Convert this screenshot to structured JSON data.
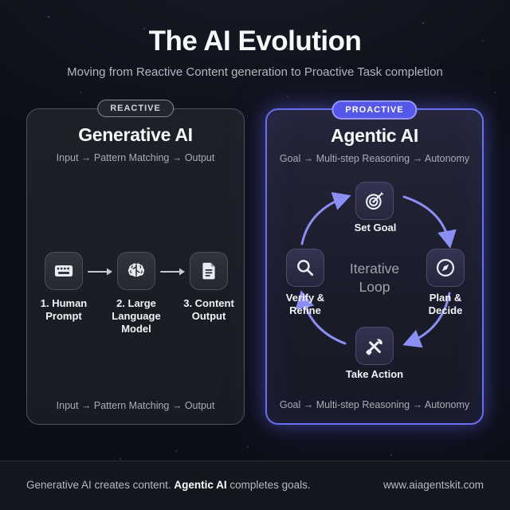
{
  "header": {
    "title": "The AI Evolution",
    "subtitle": "Moving from Reactive Content generation to Proactive Task completion"
  },
  "left_panel": {
    "badge": "REACTIVE",
    "title": "Generative AI",
    "subtitle": "Input → Pattern Matching → Output",
    "steps": [
      {
        "icon": "keyboard-icon",
        "label": "1. Human Prompt"
      },
      {
        "icon": "brain-icon",
        "label": "2. Large Language Model"
      },
      {
        "icon": "document-icon",
        "label": "3. Content Output"
      }
    ],
    "bottom_text": "Input → Pattern Matching → Output"
  },
  "right_panel": {
    "badge": "PROACTIVE",
    "title": "Agentic AI",
    "subtitle": "Goal → Multi-step Reasoning → Autonomy",
    "loop_center": "Iterative Loop",
    "loop_nodes": [
      {
        "icon": "target-icon",
        "label": "Set Goal"
      },
      {
        "icon": "compass-icon",
        "label": "Plan & Decide"
      },
      {
        "icon": "tools-icon",
        "label": "Take Action"
      },
      {
        "icon": "magnifier-icon",
        "label": "Verify & Refine"
      }
    ],
    "bottom_text": "Goal → Multi-step Reasoning → Autonomy"
  },
  "footer": {
    "tagline_part1": "Generative AI creates content. ",
    "tagline_bold": "Agentic AI",
    "tagline_part2": " completes goals.",
    "url": "www.aiagentskit.com"
  },
  "colors": {
    "background": "#0d0f18",
    "accent_purple": "#6366f1",
    "loop_arrow": "#8b8ef2",
    "panel_left_border": "#4e525b",
    "text_muted": "#a8acb6"
  }
}
